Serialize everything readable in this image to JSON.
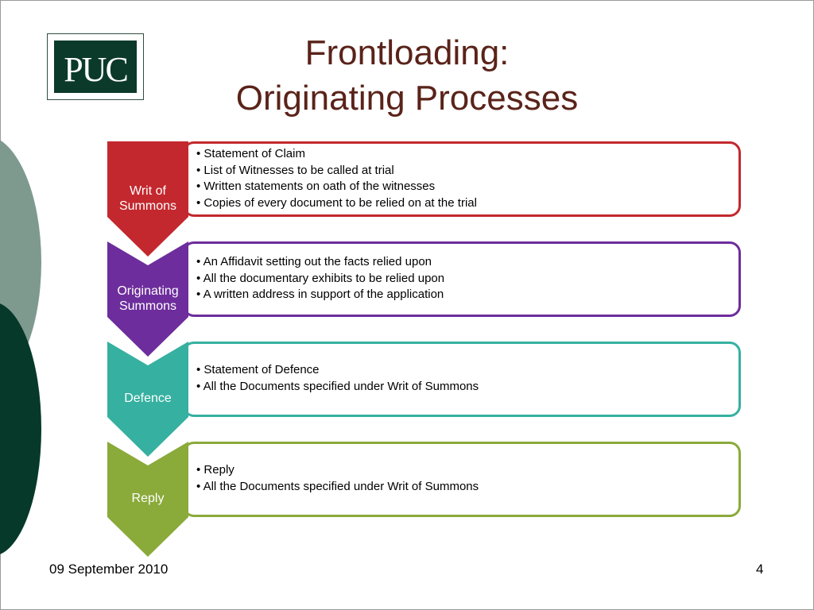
{
  "slide": {
    "title_line1": "Frontloading:",
    "title_line2": "Originating Processes",
    "date": "09 September 2010",
    "page_number": "4"
  },
  "logo": {
    "text": "PUC"
  },
  "colors": {
    "title": "#5a2319",
    "writ": "#c3282e",
    "originating": "#6d2d9c",
    "defence": "#36b0a0",
    "reply": "#8aaa3a",
    "logo_green": "#0b3a2a"
  },
  "stages": [
    {
      "label": "Writ of Summons",
      "items": [
        "Statement of Claim",
        "List of Witnesses to be called at trial",
        "Written statements on oath of the witnesses",
        "Copies of every document to be relied on at the trial"
      ]
    },
    {
      "label": "Originating Summons",
      "items": [
        "An Affidavit setting out the facts relied upon",
        "All the documentary exhibits to be relied upon",
        "A written address in support of the application"
      ]
    },
    {
      "label": "Defence",
      "items": [
        "Statement of Defence",
        "All the Documents specified under Writ of Summons"
      ]
    },
    {
      "label": "Reply",
      "items": [
        "Reply",
        "All the Documents specified under Writ of Summons"
      ]
    }
  ]
}
